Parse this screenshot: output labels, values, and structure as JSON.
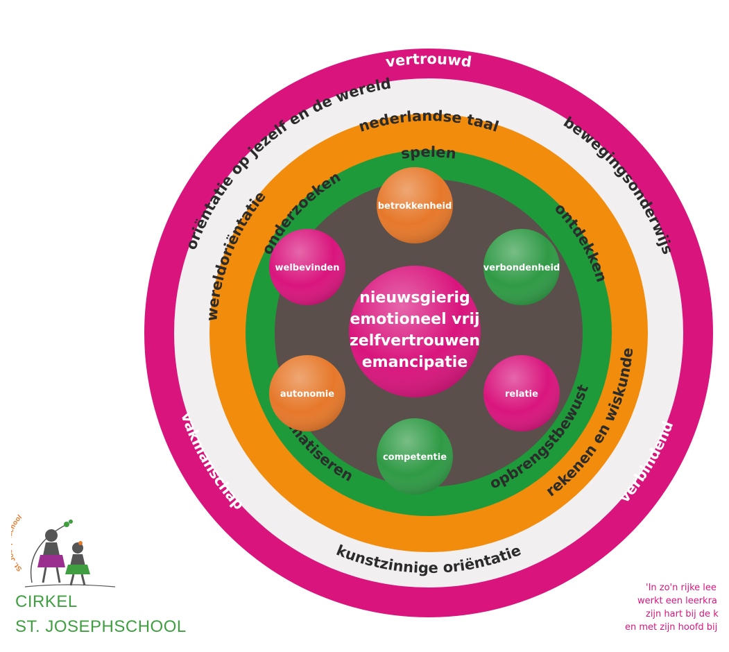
{
  "colors": {
    "outer_ring": "#d9157d",
    "white_ring": "#f2eff0",
    "orange_ring": "#f28c0c",
    "green_ring": "#1e9a3b",
    "core": "#5a4f4b",
    "bubble_orange": "#e6782a",
    "bubble_green": "#2f9a45",
    "bubble_pink": "#d9157d",
    "logo_green": "#3f9e3f"
  },
  "rings": {
    "outer": {
      "top": "vertrouwd",
      "left": "vakmanschap",
      "right": "verbindend"
    },
    "white": {
      "top_left": "oriëntatie op jezelf en de wereld",
      "top_right": "bewegingsonderwijs",
      "bottom": "kunstzinnige oriëntatie"
    },
    "orange": {
      "top": "nederlandse taal",
      "left": "wereldoriëntatie",
      "right": "rekenen en wiskunde"
    },
    "green": {
      "top": "spelen",
      "upper_left": "onderzoeken",
      "upper_right": "ontdekken",
      "lower_left": "thematiseren",
      "lower_right": "opbrengstbewust"
    }
  },
  "bubbles": [
    {
      "label": "betrokkenheid",
      "color": "orange"
    },
    {
      "label": "verbondenheid",
      "color": "green"
    },
    {
      "label": "relatie",
      "color": "pink"
    },
    {
      "label": "competentie",
      "color": "green"
    },
    {
      "label": "autonomie",
      "color": "orange"
    },
    {
      "label": "welbevinden",
      "color": "pink"
    }
  ],
  "center": {
    "lines": [
      "nieuwsgierig",
      "emotioneel vrij",
      "zelfvertrouwen",
      "emancipatie"
    ]
  },
  "logo": {
    "arc_text": "St. Josephschool",
    "title_line1": "CIRKEL",
    "title_line2": "ST. JOSEPHSCHOOL"
  },
  "quote": {
    "lines": [
      "'In zo'n rijke lee",
      "werkt een leerkra",
      "zijn hart bij de k",
      "en met zijn hoofd bij"
    ]
  }
}
